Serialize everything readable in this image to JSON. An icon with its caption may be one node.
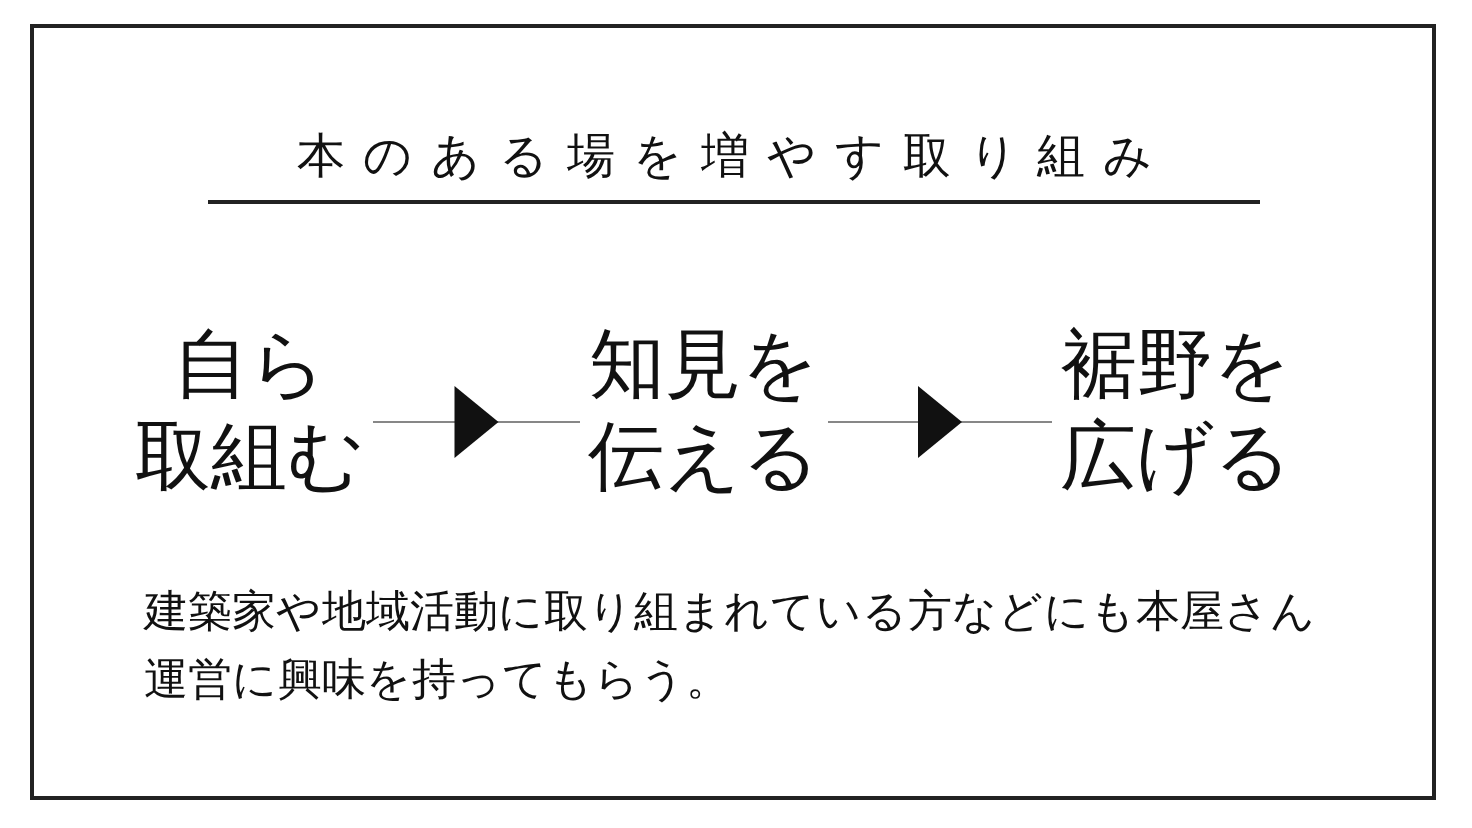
{
  "diagram": {
    "title": "本のある場を増やす取り組み",
    "nodes": [
      {
        "text": [
          "自ら取組む"
        ]
      },
      {
        "text": [
          "知見を伝える"
        ]
      },
      {
        "text": [
          "裾野を広げる"
        ]
      }
    ],
    "edges": [
      {
        "from": 0,
        "to": 1,
        "arrow": "to"
      },
      {
        "from": 1,
        "to": 2,
        "arrow": "to"
      }
    ],
    "labels": [
      "建築家や地域活動に取り組まれている方などにも本屋さん運営に興味を持ってもらう。"
    ]
  }
}
